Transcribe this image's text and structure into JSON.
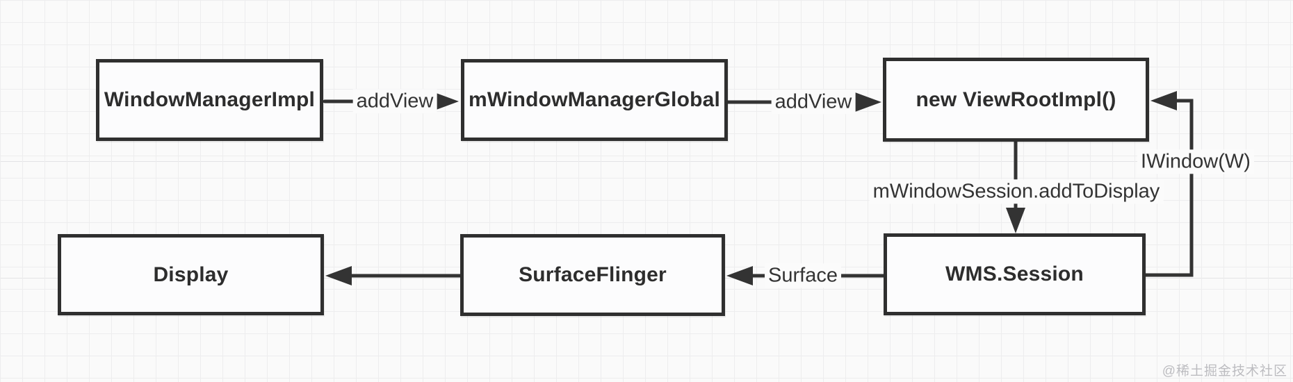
{
  "diagram": {
    "type": "flowchart",
    "colors": {
      "background": "#fafafa",
      "grid_line": "#ededee",
      "node_border": "#2f2f2f",
      "node_fill": "#fcfcfd",
      "edge_stroke": "#333333",
      "text": "#2d2d2d",
      "watermark": "#bcbcc0"
    },
    "nodes": [
      {
        "id": "window-manager-impl",
        "label": "WindowManagerImpl"
      },
      {
        "id": "m-window-manager-global",
        "label": "mWindowManagerGlobal"
      },
      {
        "id": "new-view-root-impl",
        "label": "new ViewRootImpl()"
      },
      {
        "id": "display",
        "label": "Display"
      },
      {
        "id": "surface-flinger",
        "label": "SurfaceFlinger"
      },
      {
        "id": "wms-session",
        "label": "WMS.Session"
      }
    ],
    "edges": [
      {
        "from": "WindowManagerImpl",
        "to": "mWindowManagerGlobal",
        "label": "addView"
      },
      {
        "from": "mWindowManagerGlobal",
        "to": "new ViewRootImpl()",
        "label": "addView"
      },
      {
        "from": "new ViewRootImpl()",
        "to": "WMS.Session",
        "label": "mWindowSession.addToDisplay"
      },
      {
        "from": "WMS.Session",
        "to": "new ViewRootImpl()",
        "label": "IWindow(W)"
      },
      {
        "from": "WMS.Session",
        "to": "SurfaceFlinger",
        "label": "Surface"
      },
      {
        "from": "SurfaceFlinger",
        "to": "Display",
        "label": ""
      }
    ],
    "edge_labels": {
      "add_view_1": "addView",
      "add_view_2": "addView",
      "add_to_display": "mWindowSession.addToDisplay",
      "i_window": "IWindow(W)",
      "surface": "Surface"
    },
    "watermark": "@稀土掘金技术社区"
  }
}
